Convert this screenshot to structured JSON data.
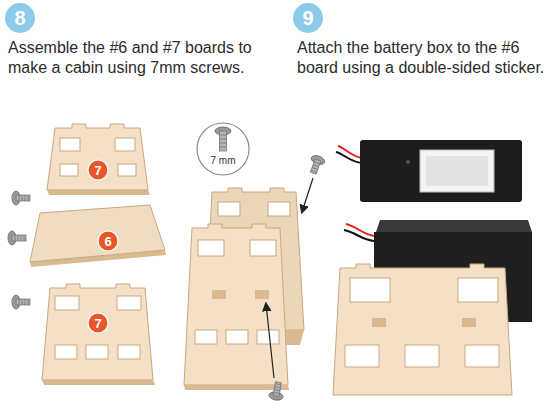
{
  "diagram": {
    "nodes": [
      {
        "text": [
          "8"
        ]
      },
      {
        "text": [
          "9"
        ]
      },
      {
        "text": [
          "7 mm"
        ]
      },
      {
        "text": [
          "7"
        ]
      },
      {
        "text": [
          "6"
        ]
      },
      {
        "text": [
          "7"
        ]
      }
    ],
    "labels": [
      "Assemble the #6 and #7 boards to make a cabin using 7mm screws.",
      "Attach the battery box to the #6 board using a double-sided sticker."
    ]
  }
}
